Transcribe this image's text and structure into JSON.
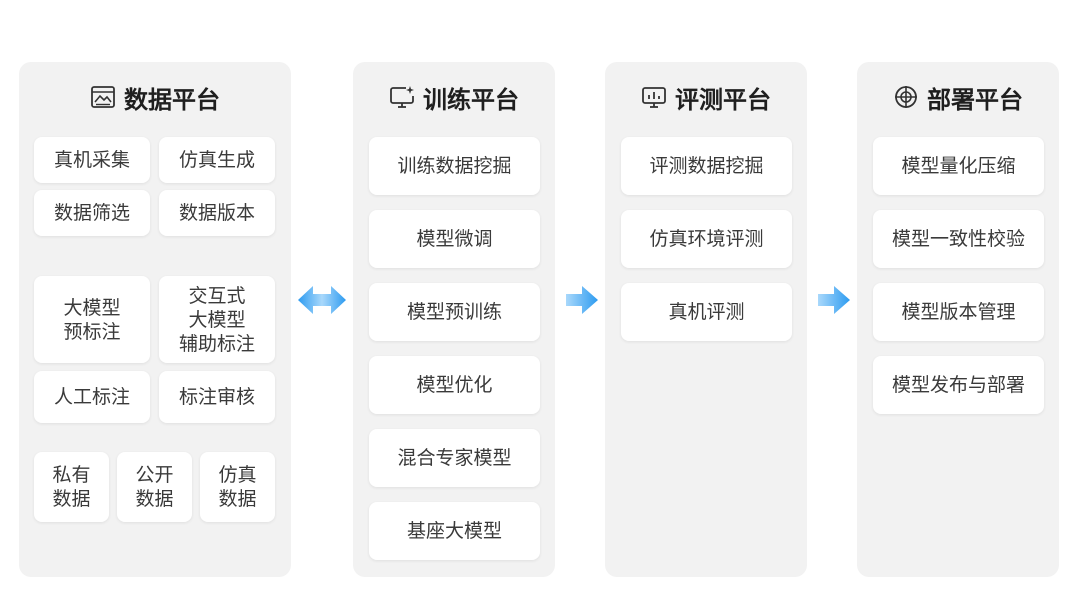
{
  "colors": {
    "panel_bg": "#f2f2f2",
    "card_bg": "#ffffff",
    "arrow_blue": "#2d9bf0",
    "text": "#3a3a3a",
    "title": "#1f1f1f"
  },
  "panels": [
    {
      "title": "数据平台",
      "icon": "image-icon",
      "items": [
        "真机采集",
        "仿真生成",
        "数据筛选",
        "数据版本",
        "大模型\n预标注",
        "交互式\n大模型\n辅助标注",
        "人工标注",
        "标注审核",
        "私有\n数据",
        "公开\n数据",
        "仿真\n数据"
      ]
    },
    {
      "title": "训练平台",
      "icon": "monitor-sparkle-icon",
      "items": [
        "训练数据挖掘",
        "模型微调",
        "模型预训练",
        "模型优化",
        "混合专家模型",
        "基座大模型"
      ]
    },
    {
      "title": "评测平台",
      "icon": "monitor-chart-icon",
      "items": [
        "评测数据挖掘",
        "仿真环境评测",
        "真机评测"
      ]
    },
    {
      "title": "部署平台",
      "icon": "crosshair-icon",
      "items": [
        "模型量化压缩",
        "模型一致性校验",
        "模型版本管理",
        "模型发布与部署"
      ]
    }
  ],
  "connectors": [
    {
      "from": "数据平台",
      "to": "训练平台",
      "direction": "bidirectional"
    },
    {
      "from": "训练平台",
      "to": "评测平台",
      "direction": "forward"
    },
    {
      "from": "评测平台",
      "to": "部署平台",
      "direction": "forward"
    }
  ]
}
